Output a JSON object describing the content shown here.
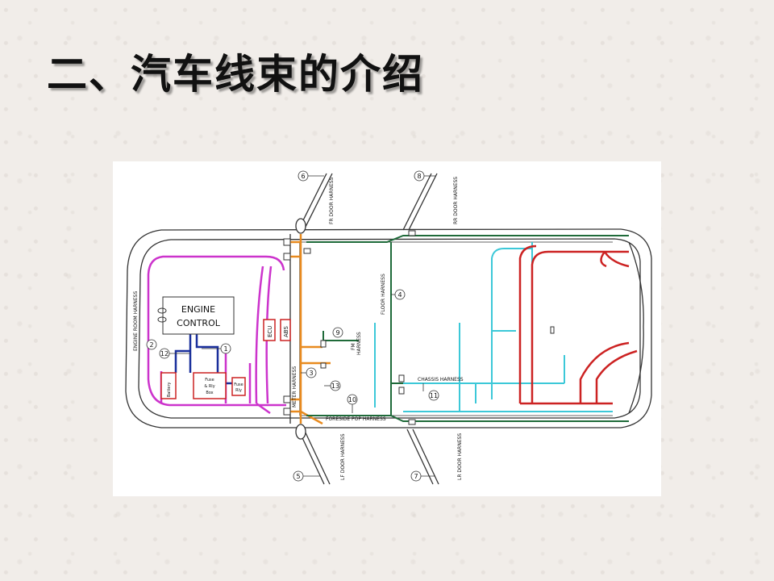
{
  "title": "二、汽车线束的介绍",
  "diagram": {
    "colors": {
      "engine_harness": "#cc33cc",
      "meter_harness": "#e88a1e",
      "floor_harness": "#1f6b3a",
      "chassis_harness": "#3cc8d8",
      "rear_harness": "#cc2222",
      "engine_control": "#1a2f9c",
      "body_outline": "#333333"
    },
    "labels": {
      "engine_control_l1": "ENGINE",
      "engine_control_l2": "CONTROL",
      "engine_room_harness": "ENGINE ROOM HARNESS",
      "floor_harness": "FLOOR HARNESS",
      "meter_harness": "METER HARNESS",
      "chassis_harness": "CHASSIS HARNESS",
      "foreside_pop_harness": "FORESIDE POP HARNESS",
      "fr_door_harness": "FR DOOR HARNESS",
      "rr_door_harness": "RR DOOR HARNESS",
      "lf_door_harness": "LF DOOR HARNESS",
      "lr_door_harness": "LR DOOR HARNESS",
      "fm_harness_l1": "FM",
      "fm_harness_l2": "HARNESS",
      "ecu": "ECU",
      "abs": "ABS",
      "battery": "Battery",
      "fuse_box_l1": "Fuse",
      "fuse_box_l2": "& Rly",
      "fuse_box_l3": "Box",
      "fuse_relay_l1": "Fuse",
      "fuse_relay_l2": "Rly"
    },
    "callouts": [
      "1",
      "2",
      "3",
      "4",
      "5",
      "6",
      "7",
      "8",
      "9",
      "10",
      "11",
      "12",
      "13"
    ]
  }
}
